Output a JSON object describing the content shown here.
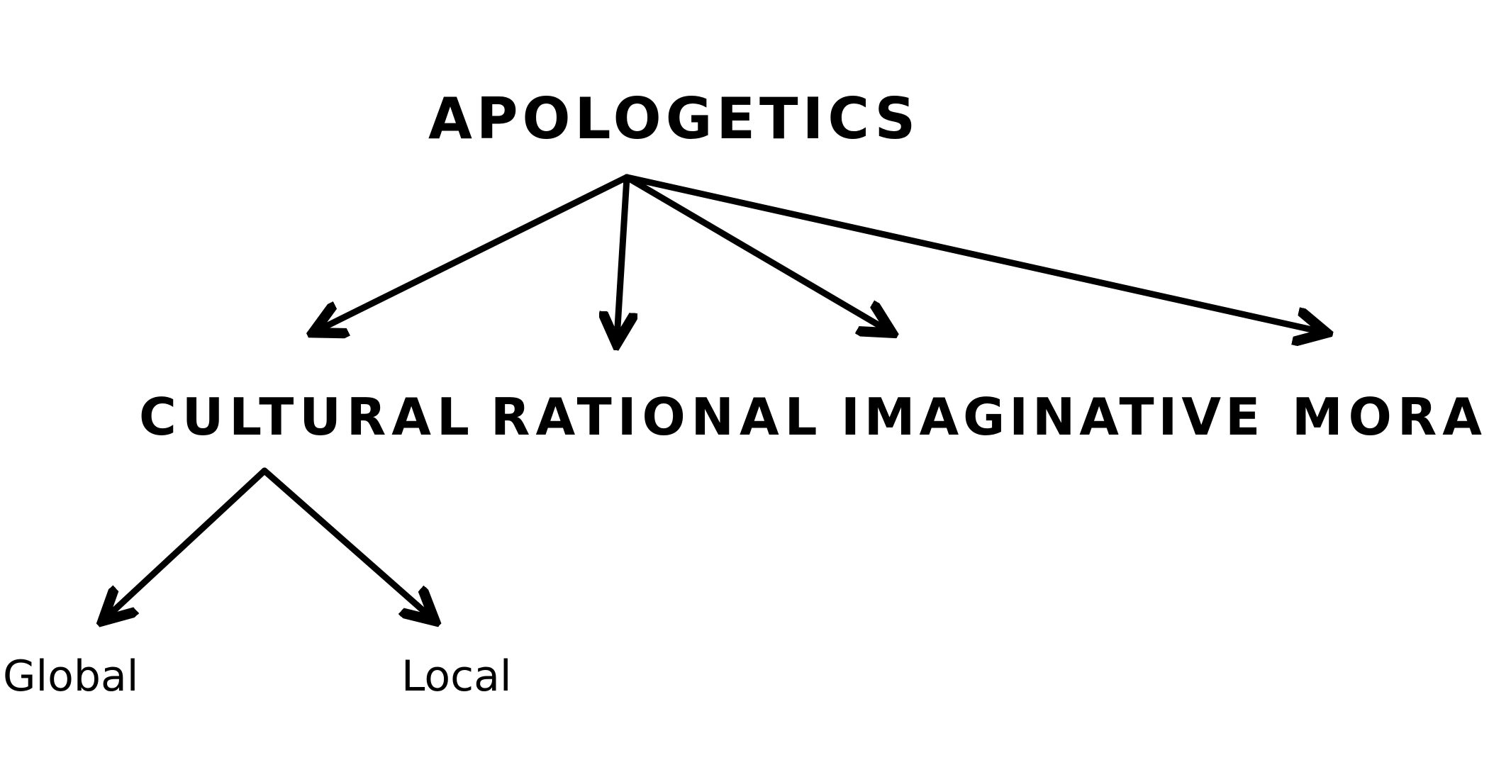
{
  "diagram": {
    "root": "APOLOGETICS",
    "categories": [
      "CULTURAL",
      "RATIONAL",
      "IMAGINATIVE",
      "MORAL"
    ],
    "cultural_children": [
      "Global",
      "Local"
    ]
  },
  "colors": {
    "stroke": "#000000",
    "background": "#ffffff"
  }
}
